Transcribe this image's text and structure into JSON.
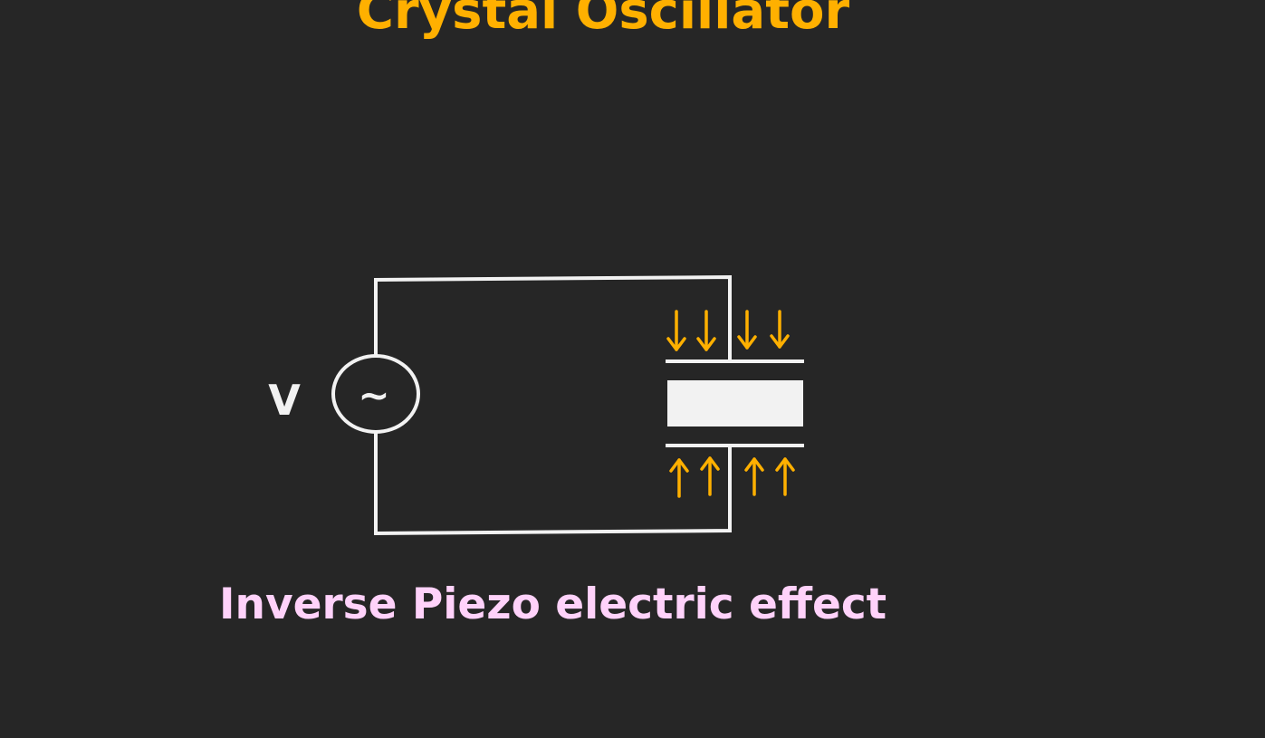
{
  "title": "Crystal Oscillator",
  "source_label": "V",
  "source_symbol": "~",
  "caption": "Inverse Piezo electric effect",
  "colors": {
    "background": "#262626",
    "title": "#FFB000",
    "wire": "#F2F2F2",
    "arrows": "#FFB000",
    "caption": "#FFD2FA"
  },
  "icons": {
    "source": "ac-voltage-source-icon",
    "crystal": "crystal-element-icon",
    "force_arrows": "arrow-icon"
  }
}
